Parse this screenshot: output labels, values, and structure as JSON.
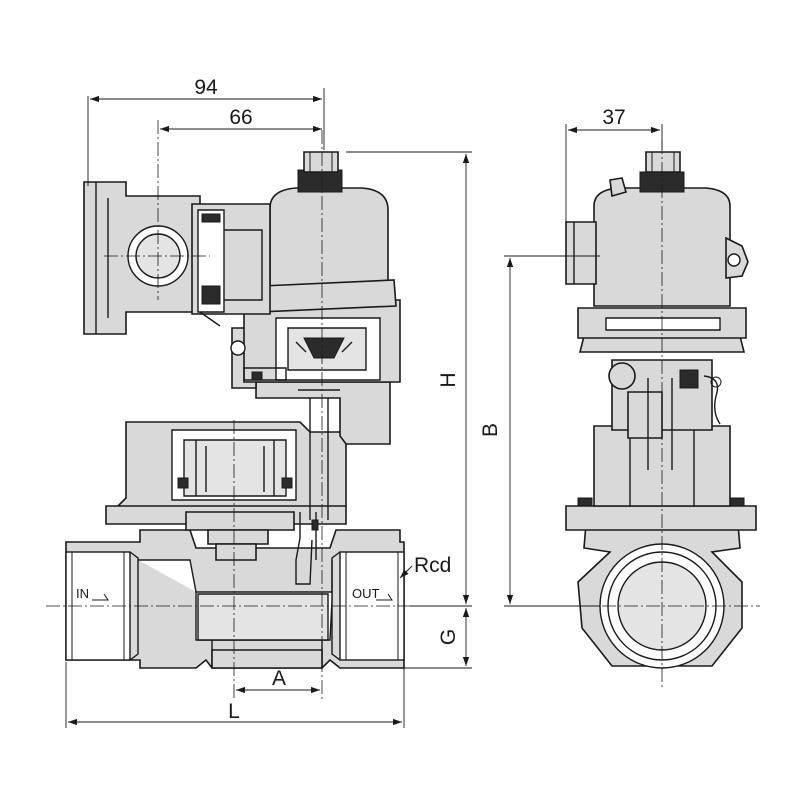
{
  "dimensions": {
    "d94": "94",
    "d66": "66",
    "d37": "37",
    "h": "H",
    "b": "B",
    "g": "G",
    "a": "A",
    "l": "L",
    "rcd": "Rcd"
  },
  "ports": {
    "inlet": "IN",
    "outlet": "OUT"
  }
}
